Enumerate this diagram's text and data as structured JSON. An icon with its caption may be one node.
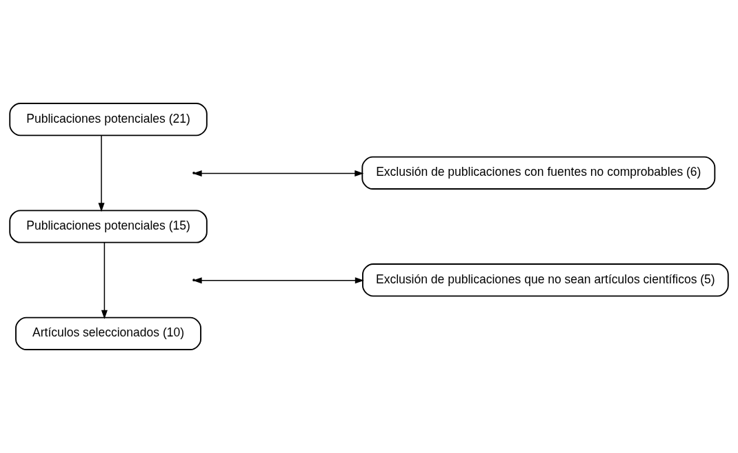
{
  "diagram": {
    "nodes": [
      {
        "text": [
          "Publicaciones potenciales (21)"
        ]
      },
      {
        "text": [
          "Exclusión de publicaciones con fuentes no comprobables (6)"
        ]
      },
      {
        "text": [
          "Publicaciones potenciales (15)"
        ]
      },
      {
        "text": [
          "Exclusión de publicaciones que no sean artículos científicos (5)"
        ]
      },
      {
        "text": [
          "Artículos seleccionados (10)"
        ]
      }
    ],
    "edges": [
      {
        "from": 0,
        "to": 2,
        "arrow": "to"
      },
      {
        "from": null,
        "to": 1,
        "arrow": "both"
      },
      {
        "from": 2,
        "to": 4,
        "arrow": "to"
      },
      {
        "from": null,
        "to": 3,
        "arrow": "both"
      }
    ]
  }
}
